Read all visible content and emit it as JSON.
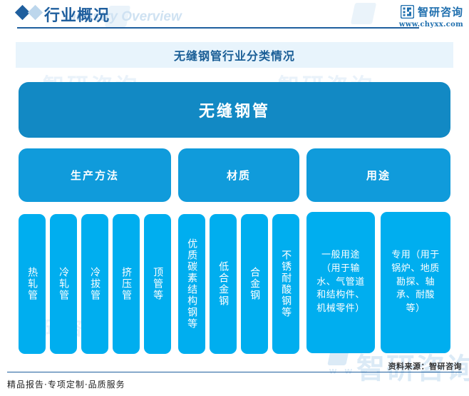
{
  "header": {
    "title_cn": "行业概况",
    "title_en": "Industry Overview",
    "diamond_dark_icon": "diamond-icon",
    "diamond_light_icon": "diamond-icon"
  },
  "logo": {
    "mark_icon": "zhiyan-logo-icon",
    "brand": "智研咨询",
    "url": "www.chyxx.com"
  },
  "chart": {
    "title": "无缝钢管行业分类情况"
  },
  "chart_data": {
    "type": "diagram",
    "title": "无缝钢管行业分类情况",
    "root": "无缝钢管",
    "categories": [
      {
        "label": "生产方法",
        "leaves": [
          "热轧管",
          "冷轧管",
          "冷拔管",
          "挤压管",
          "顶管等"
        ]
      },
      {
        "label": "材质",
        "leaves": [
          "优质碳素结构钢等",
          "低合金钢",
          "合金钢",
          "不锈耐酸钢等"
        ]
      },
      {
        "label": "用途",
        "leaves": [
          "一般用途（用于输水、气管道和结构件、机械零件）",
          "专用（用于锅炉、地质勘探、轴承、耐酸等）"
        ]
      }
    ],
    "colors": {
      "root": "#1289C4",
      "category": "#109BDB",
      "leaf": "#00AEEF",
      "title_bar": "#E8F4FC",
      "accent": "#1F5F9E"
    }
  },
  "footer": {
    "left": "精品报告·专项定制·品质服务",
    "source": "资料来源：智研咨询"
  },
  "watermark": {
    "brand": "智研咨询",
    "www": "w w w"
  }
}
